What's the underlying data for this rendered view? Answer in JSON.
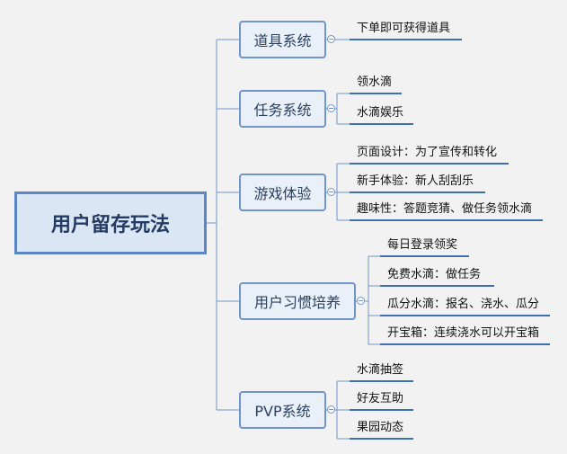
{
  "root": {
    "label": "用户留存玩法"
  },
  "categories": [
    {
      "label": "道具系统",
      "items": [
        "下单即可获得道具"
      ]
    },
    {
      "label": "任务系统",
      "items": [
        "领水滴",
        "水滴娱乐"
      ]
    },
    {
      "label": "游戏体验",
      "items": [
        "页面设计：为了宣传和转化",
        "新手体验：新人刮刮乐",
        "趣味性：答题竞猜、做任务领水滴"
      ]
    },
    {
      "label": "用户习惯培养",
      "items": [
        "每日登录领奖",
        "免费水滴：做任务",
        "瓜分水滴：报名、浇水、瓜分",
        "开宝箱：连续浇水可以开宝箱"
      ]
    },
    {
      "label": "PVP系统",
      "items": [
        "水滴抽签",
        "好友互助",
        "果园动态"
      ]
    }
  ],
  "colors": {
    "line": "#6f95ca",
    "underline": "#3f6fb5",
    "node_fill": "#e9f0f8",
    "root_fill": "#dbe6f4",
    "root_border": "#5b86c5"
  }
}
